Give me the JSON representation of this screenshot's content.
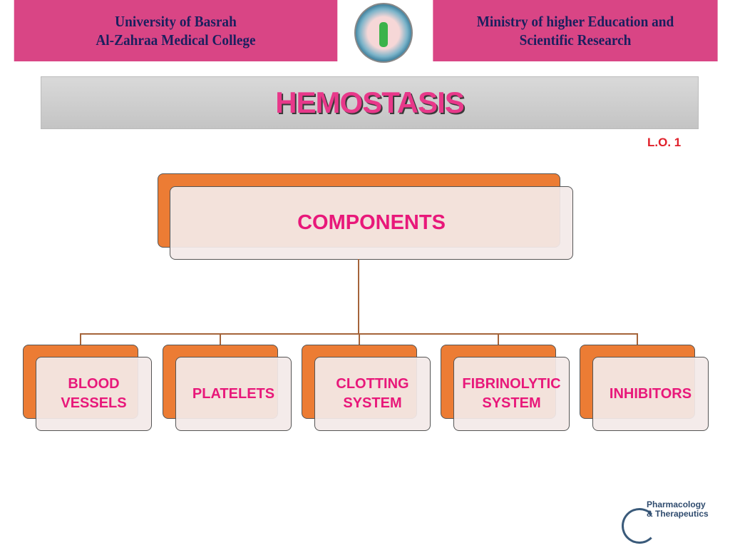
{
  "header": {
    "left_line1": "University of Basrah",
    "left_line2": "Al-Zahraa Medical College",
    "right_line1": "Ministry of higher Education  and",
    "right_line2": "Scientific Research",
    "logo": "college-seal"
  },
  "title": "HEMOSTASIS",
  "lo": "L.O. 1",
  "diagram": {
    "root": "COMPONENTS",
    "children": [
      {
        "l1": "BLOOD",
        "l2": "VESSELS"
      },
      {
        "l1": "PLATELETS",
        "l2": ""
      },
      {
        "l1": "CLOTTING",
        "l2": "SYSTEM"
      },
      {
        "l1": "FIBRINOLYTIC",
        "l2": "SYSTEM"
      },
      {
        "l1": "INHIBITORS",
        "l2": ""
      }
    ]
  },
  "footer_logo": {
    "line1": "Pharmacology",
    "line2": "& Therapeutics"
  },
  "colors": {
    "header": "#d94585",
    "accent": "#e8187a",
    "orange": "#ec7c34"
  }
}
